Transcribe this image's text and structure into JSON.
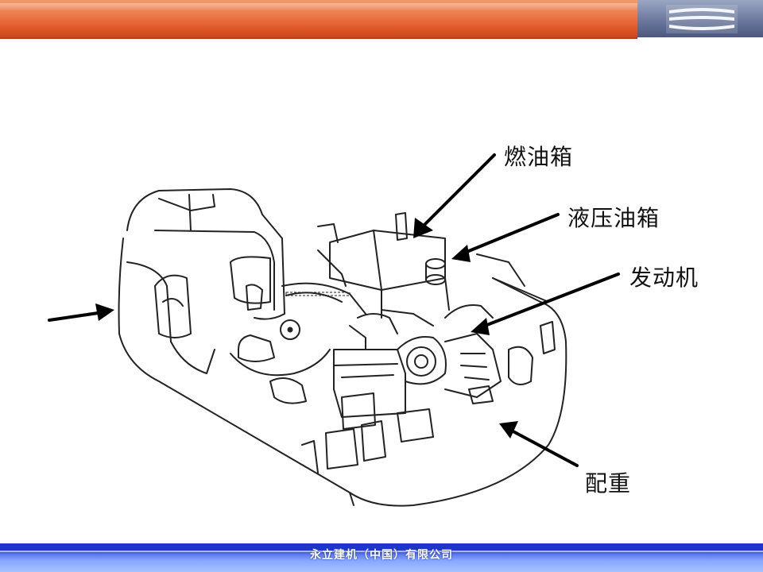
{
  "labels": {
    "fuel_tank": "燃油箱",
    "hydraulic_tank": "液压油箱",
    "engine": "发动机",
    "counterweight": "配重"
  },
  "footer": {
    "company": "永立建机（中国）有限公司"
  },
  "colors": {
    "top_bar": "#e0592a",
    "bottom_bar": "#1f35c8",
    "corner_box": "#6f7ca0"
  }
}
